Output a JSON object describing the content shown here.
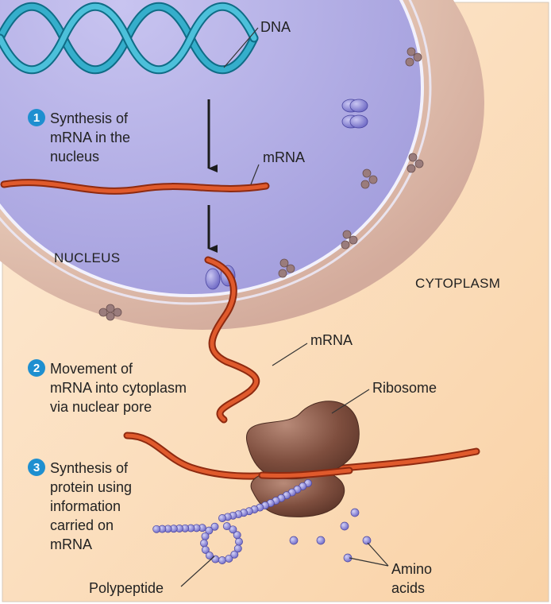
{
  "labels": {
    "dna": "DNA",
    "mrna_top": "mRNA",
    "nucleus": "NUCLEUS",
    "cytoplasm": "CYTOPLASM",
    "mrna_middle": "mRNA",
    "ribosome": "Ribosome",
    "polypeptide": "Polypeptide",
    "amino_line1": "Amino",
    "amino_line2": "acids"
  },
  "steps": [
    {
      "number": "1",
      "lines": [
        "Synthesis of",
        "mRNA in the",
        "nucleus"
      ]
    },
    {
      "number": "2",
      "lines": [
        "Movement of",
        "mRNA into cytoplasm",
        "via nuclear pore"
      ]
    },
    {
      "number": "3",
      "lines": [
        "Synthesis of",
        "protein using",
        "information",
        "carried on",
        "mRNA"
      ]
    }
  ],
  "colors": {
    "cytoplasm": "#fce0c0",
    "envelope": "#d8b6a8",
    "nucleoplasm": "#b4b0e6",
    "dna": "#2a9ab5",
    "mrna": "#d84a1e",
    "ribosome": "#7a4a3a",
    "amino_acid": "#7e7ad0",
    "step_badge": "#1e8fd0"
  }
}
